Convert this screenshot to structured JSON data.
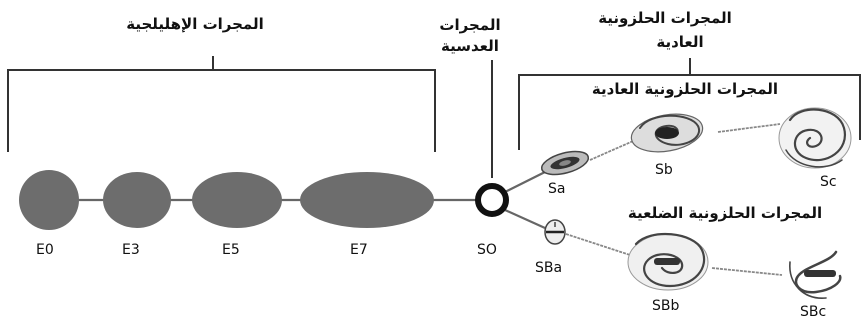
{
  "groups": {
    "elliptical": "المجرات الإهليلجية",
    "lenticular_line1": "المجرات",
    "lenticular_line2": "العدسية",
    "spiral_line1": "المجرات الحلزونية",
    "spiral_line2": "العادية",
    "normal_spiral": "المجرات الحلزونية العادية",
    "barred_spiral": "المجرات الحلزونية الضلعية"
  },
  "elliptical_types": [
    "E0",
    "E3",
    "E5",
    "E7"
  ],
  "lenticular_type": "SO",
  "normal_spirals": [
    "Sa",
    "Sb",
    "Sc"
  ],
  "barred_spirals": [
    "SBa",
    "SBb",
    "SBc"
  ]
}
